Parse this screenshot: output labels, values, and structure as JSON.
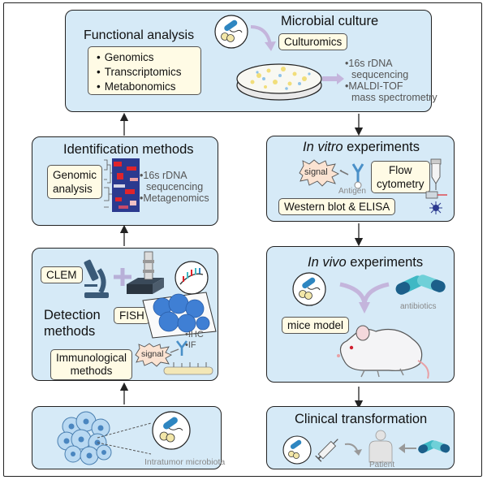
{
  "panels": {
    "culture": {
      "title": "Microbial culture",
      "functional_title": "Functional analysis",
      "omics": [
        "Genomics",
        "Transcriptomics",
        "Metabonomics"
      ],
      "culturomics": "Culturomics",
      "notes": [
        "•16s rDNA",
        "sequcencing",
        "•MALDI-TOF",
        "mass spectrometry"
      ]
    },
    "identification": {
      "title": "Identification methods",
      "genomic": [
        "Genomic",
        "analysis"
      ],
      "notes": [
        "•16s rDNA",
        "sequcencing",
        "•Metagenomics"
      ]
    },
    "invitro": {
      "title_italic": "In vitro",
      "title_rest": " experiments",
      "signal": "signal",
      "antigen": "Antigen",
      "flow": [
        "Flow",
        "cytometry"
      ],
      "western": "Western blot & ELISA"
    },
    "detection": {
      "clem": "CLEM",
      "title": [
        "Detection",
        "methods"
      ],
      "fish": "FISH",
      "immuno": [
        "Immunological",
        "methods"
      ],
      "signal": "signal",
      "notes": [
        "•IHC",
        "•IF"
      ]
    },
    "invivo": {
      "title_italic": "In vivo",
      "title_rest": " experiments",
      "antibiotics": "antibiotics",
      "mice": "mice model"
    },
    "tumor": {
      "caption": "Intratumor microbiota"
    },
    "clinical": {
      "title": "Clinical transformation",
      "patient": "Patient"
    }
  },
  "colors": {
    "panel_fill": "#d6eaf7",
    "label_fill": "#fffbe5",
    "heatmap_red": "#e0242b",
    "heatmap_blue": "#2b3a8f",
    "bacteria_blue": "#2e86c1",
    "fish_blue": "#3f7fd4",
    "arrow_purple": "#c4b5dc",
    "capsule_teal": "#3fb8c4"
  }
}
